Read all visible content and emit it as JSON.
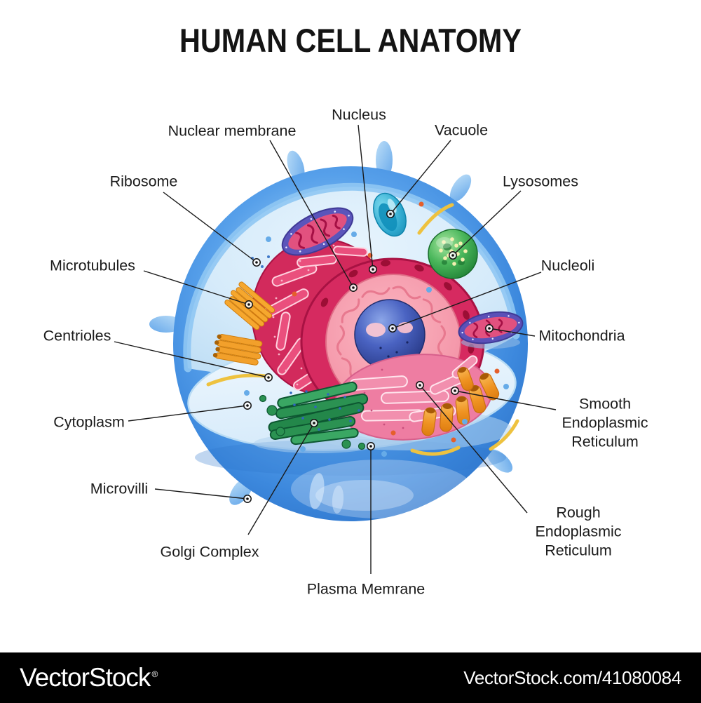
{
  "title": "HUMAN CELL ANATOMY",
  "labels": {
    "nucleus": "Nucleus",
    "nuclear_membrane": "Nuclear membrane",
    "vacuole": "Vacuole",
    "ribosome": "Ribosome",
    "lysosomes": "Lysosomes",
    "microtubules": "Microtubules",
    "nucleoli": "Nucleoli",
    "centrioles": "Centrioles",
    "mitochondria": "Mitochondria",
    "cytoplasm": "Cytoplasm",
    "smooth_er": "Smooth\nEndoplasmic\nReticulum",
    "microvilli": "Microvilli",
    "golgi_complex": "Golgi Complex",
    "rough_er": "Rough Endoplasmic\nReticulum",
    "plasma_membrane": "Plasma Memrane"
  },
  "watermark": {
    "brand": "VectorStock",
    "registered_mark": "®",
    "url": "VectorStock.com/41080084"
  },
  "colors": {
    "membrane_blue": "#3c88dd",
    "cytoplasm_fill": "#d9edfb",
    "nuclear_membrane": "#d62a60",
    "nucleoplasm": "#f49cae",
    "nucleolus": "#2e4496",
    "rough_er_pink": "#ee7da2",
    "smooth_er_orange": "#f0982b",
    "golgi_green": "#2e9a58",
    "lysosome_green": "#2c9440",
    "mitochondria_outer": "#5b50b8",
    "mitochondria_inner": "#e2517f",
    "microtubule_orange": "#f6a72e",
    "vacuole_teal": "#2fb4d9",
    "strand_yellow": "#eec23f",
    "label_text": "#1b1b1b",
    "watermark_bg": "#000000"
  }
}
